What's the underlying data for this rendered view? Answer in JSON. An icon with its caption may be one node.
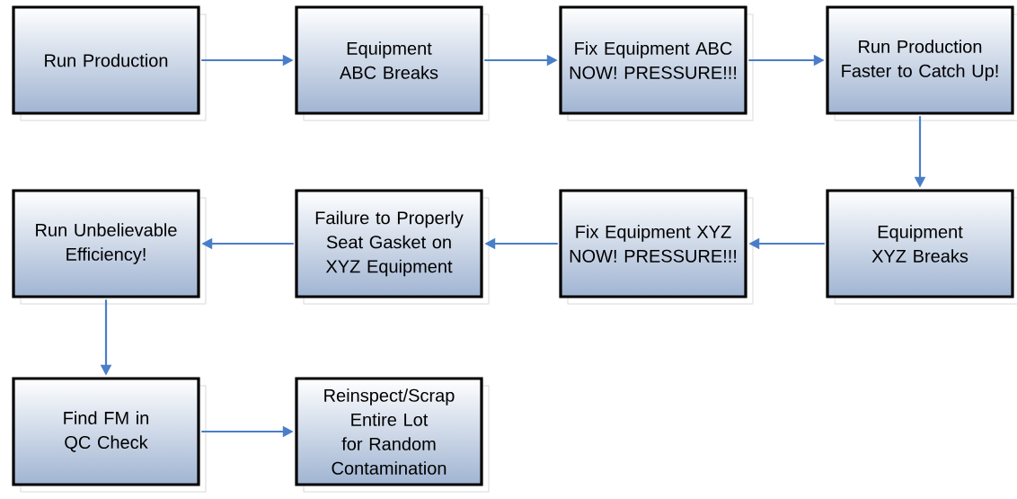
{
  "diagram": {
    "nodes": [
      {
        "text": [
          "Run Production"
        ]
      },
      {
        "text": [
          "Equipment ABC Breaks"
        ]
      },
      {
        "text": [
          "Fix Equipment ABC NOW! PRESSURE!!!"
        ]
      },
      {
        "text": [
          "Run Production Faster to Catch Up!"
        ]
      },
      {
        "text": [
          "Equipment XYZ Breaks"
        ]
      },
      {
        "text": [
          "Fix Equipment XYZ NOW! PRESSURE!!!"
        ]
      },
      {
        "text": [
          "Failure to Properly Seat Gasket on XYZ Equipment"
        ]
      },
      {
        "text": [
          "Run Unbelievable Efficiency!"
        ]
      },
      {
        "text": [
          "Find FM in QC Check"
        ]
      },
      {
        "text": [
          "Reinspect/Scrap Entire Lot for Random Contamination"
        ]
      }
    ],
    "edges": [
      {
        "from": 0,
        "to": 1,
        "arrow": "to"
      },
      {
        "from": 1,
        "to": 2,
        "arrow": "to"
      },
      {
        "from": 2,
        "to": 3,
        "arrow": "to"
      },
      {
        "from": 3,
        "to": 4,
        "arrow": "to"
      },
      {
        "from": 4,
        "to": 5,
        "arrow": "to"
      },
      {
        "from": 5,
        "to": 6,
        "arrow": "to"
      },
      {
        "from": 6,
        "to": 7,
        "arrow": "to"
      },
      {
        "from": 7,
        "to": 8,
        "arrow": "to"
      },
      {
        "from": 8,
        "to": 9,
        "arrow": "to"
      }
    ]
  }
}
